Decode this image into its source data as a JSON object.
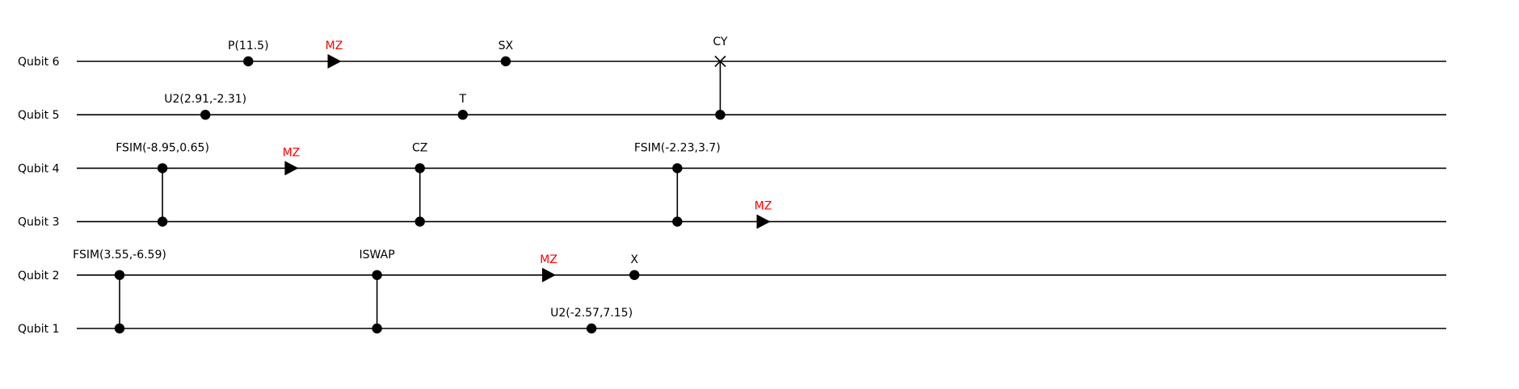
{
  "qubits": [
    {
      "id": 6,
      "label": "Qubit 6"
    },
    {
      "id": 5,
      "label": "Qubit 5"
    },
    {
      "id": 4,
      "label": "Qubit 4"
    },
    {
      "id": 3,
      "label": "Qubit 3"
    },
    {
      "id": 2,
      "label": "Qubit 2"
    },
    {
      "id": 1,
      "label": "Qubit 1"
    }
  ],
  "colors": {
    "measure": "#ff0000",
    "gate": "#000000",
    "wire": "#000000"
  },
  "gates": [
    {
      "label": "FSIM(3.55,-6.59)",
      "kind": "two",
      "qubits": [
        2,
        1
      ],
      "step": 0
    },
    {
      "label": "FSIM(-8.95,0.65)",
      "kind": "two",
      "qubits": [
        4,
        3
      ],
      "step": 1
    },
    {
      "label": "U2(2.91,-2.31)",
      "kind": "single",
      "qubits": [
        5
      ],
      "step": 2
    },
    {
      "label": "P(11.5)",
      "kind": "single",
      "qubits": [
        6
      ],
      "step": 3
    },
    {
      "label": "MZ",
      "kind": "measure",
      "qubits": [
        4
      ],
      "step": 4
    },
    {
      "label": "MZ",
      "kind": "measure",
      "qubits": [
        6
      ],
      "step": 5
    },
    {
      "label": "ISWAP",
      "kind": "two",
      "qubits": [
        2,
        1
      ],
      "step": 6
    },
    {
      "label": "CZ",
      "kind": "two",
      "qubits": [
        4,
        3
      ],
      "step": 7
    },
    {
      "label": "T",
      "kind": "single",
      "qubits": [
        5
      ],
      "step": 8
    },
    {
      "label": "SX",
      "kind": "single",
      "qubits": [
        6
      ],
      "step": 9
    },
    {
      "label": "MZ",
      "kind": "measure",
      "qubits": [
        2
      ],
      "step": 10
    },
    {
      "label": "U2(-2.57,7.15)",
      "kind": "single",
      "qubits": [
        1
      ],
      "step": 11
    },
    {
      "label": "X",
      "kind": "single",
      "qubits": [
        2
      ],
      "step": 12
    },
    {
      "label": "FSIM(-2.23,3.7)",
      "kind": "two",
      "qubits": [
        4,
        3
      ],
      "step": 13
    },
    {
      "label": "CY",
      "kind": "controlled",
      "qubits": [
        5,
        6
      ],
      "step": 14
    },
    {
      "label": "MZ",
      "kind": "measure",
      "qubits": [
        3
      ],
      "step": 15
    }
  ]
}
